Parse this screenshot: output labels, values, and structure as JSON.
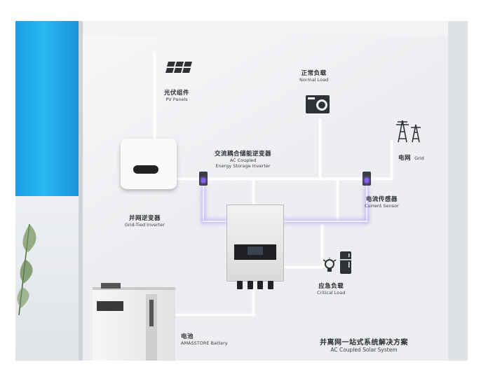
{
  "labels": {
    "pv_zh": "光伏组件",
    "pv_en": "PV Panels",
    "normal_zh": "正常负载",
    "normal_en": "Normal Load",
    "grid_zh": "电网",
    "grid_en": "Grid",
    "acinv_zh": "交流耦合储能逆变器",
    "acinv_en1": "AC Coupled",
    "acinv_en2": "Energy Storage Inverter",
    "gridtied_zh": "并网逆变器",
    "gridtied_en": "Grid-Tied Inverter",
    "sensor_zh": "电流传感器",
    "sensor_en": "Current Sensor",
    "critical_zh": "应急负载",
    "critical_en": "Critical Load",
    "battery_zh": "电池",
    "battery_en": "AMASSTORE Battery",
    "title_zh": "并离网一站式系统解决方案",
    "title_en": "AC Coupled Solar System"
  },
  "colors": {
    "sensor_glow": "#8a5cff",
    "wall_blue": "#1aa0e6"
  },
  "icons": [
    "solar-panel-icon",
    "washing-machine-icon",
    "power-tower-icon",
    "light-bulb-icon",
    "refrigerator-icon"
  ]
}
